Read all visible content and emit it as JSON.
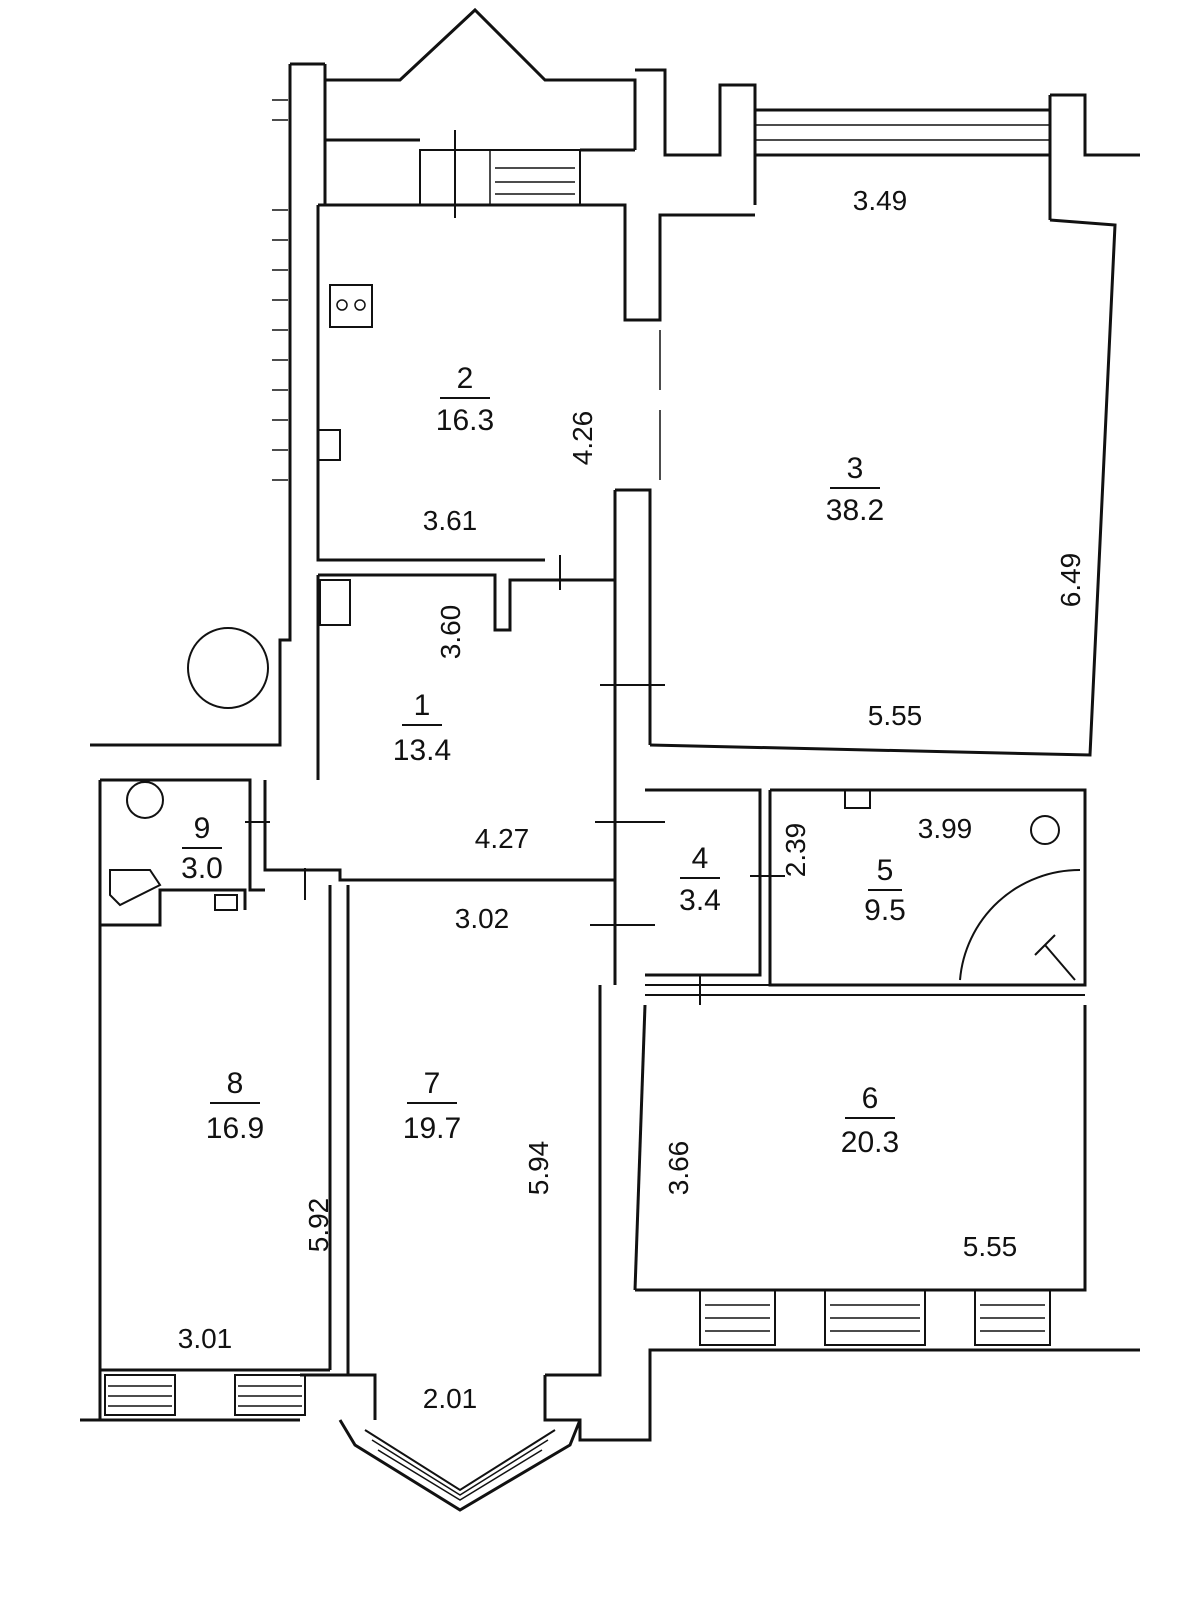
{
  "rooms": [
    {
      "number": "1",
      "area": "13.4"
    },
    {
      "number": "2",
      "area": "16.3"
    },
    {
      "number": "3",
      "area": "38.2"
    },
    {
      "number": "4",
      "area": "3.4"
    },
    {
      "number": "5",
      "area": "9.5"
    },
    {
      "number": "6",
      "area": "20.3"
    },
    {
      "number": "7",
      "area": "19.7"
    },
    {
      "number": "8",
      "area": "16.9"
    },
    {
      "number": "9",
      "area": "3.0"
    }
  ],
  "dimensions": {
    "r2_width": "3.61",
    "r2_height": "4.26",
    "r3_top": "3.49",
    "r3_width": "5.55",
    "r3_height": "6.49",
    "r1_height": "3.60",
    "r1_width": "4.27",
    "r5_width": "3.99",
    "r5_height": "2.39",
    "r7_width": "3.02",
    "r7_height": "5.94",
    "r8_height": "5.92",
    "r8_width": "3.01",
    "r6_height": "3.66",
    "r6_width": "5.55",
    "bay_width": "2.01"
  }
}
